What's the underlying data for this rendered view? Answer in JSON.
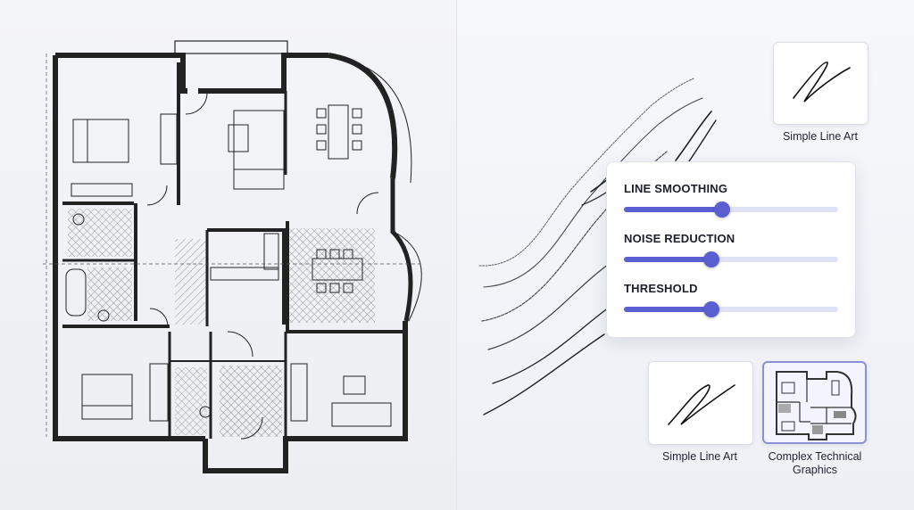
{
  "settings": {
    "sliders": [
      {
        "label": "LINE SMOOTHING",
        "value": 0.46
      },
      {
        "label": "NOISE REDUCTION",
        "value": 0.41
      },
      {
        "label": "THRESHOLD",
        "value": 0.41
      }
    ]
  },
  "presets": {
    "top": {
      "label": "Simple Line Art"
    },
    "bottom_left": {
      "label": "Simple Line Art"
    },
    "bottom_right": {
      "label": "Complex Technical Graphics",
      "selected": true
    }
  },
  "colors": {
    "accent": "#5a60d2",
    "track": "#dfe1f5",
    "ink": "#1c1f2b"
  }
}
